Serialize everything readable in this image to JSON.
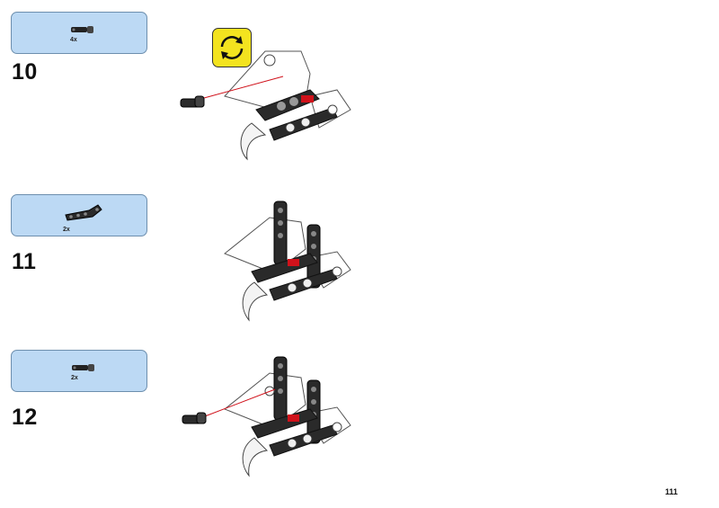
{
  "steps": [
    {
      "number": "10",
      "parts_quantity": "4x",
      "part": "pin-connector",
      "rotate_indicator": true
    },
    {
      "number": "11",
      "parts_quantity": "2x",
      "part": "bent-beam"
    },
    {
      "number": "12",
      "parts_quantity": "2x",
      "part": "pin-connector"
    }
  ],
  "page": {
    "number": "111"
  },
  "colors": {
    "parts_box": "#bcd9f4",
    "rotate_icon": "#f3e31f",
    "accent_red": "#d0121b"
  }
}
